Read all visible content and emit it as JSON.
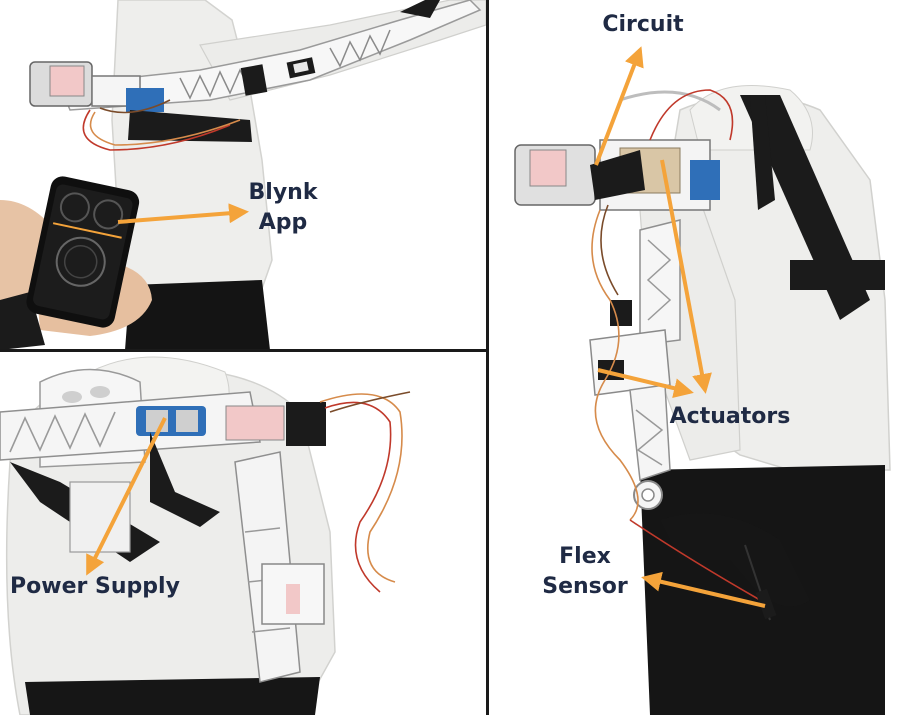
{
  "labels": {
    "blynk_app": [
      "Blynk",
      "App"
    ],
    "circuit": "Circuit",
    "actuators": "Actuators",
    "power_supply": "Power Supply",
    "flex_sensor": [
      "Flex",
      "Sensor"
    ]
  },
  "colors": {
    "arrow": "#f4a33a",
    "label_text": "#1f2a44",
    "divider": "#1a1a1a",
    "hoodie": "#eeeeec",
    "frame_plastic": "#f7f7f7",
    "strap": "#1b1b1b",
    "battery": "#2f6fb8"
  },
  "panels": [
    {
      "name": "top-left",
      "depicts": "arm-exoskeleton-with-phone"
    },
    {
      "name": "bottom-left",
      "depicts": "back-view-power-supply"
    },
    {
      "name": "right",
      "depicts": "side-view-full-exoskeleton"
    }
  ]
}
